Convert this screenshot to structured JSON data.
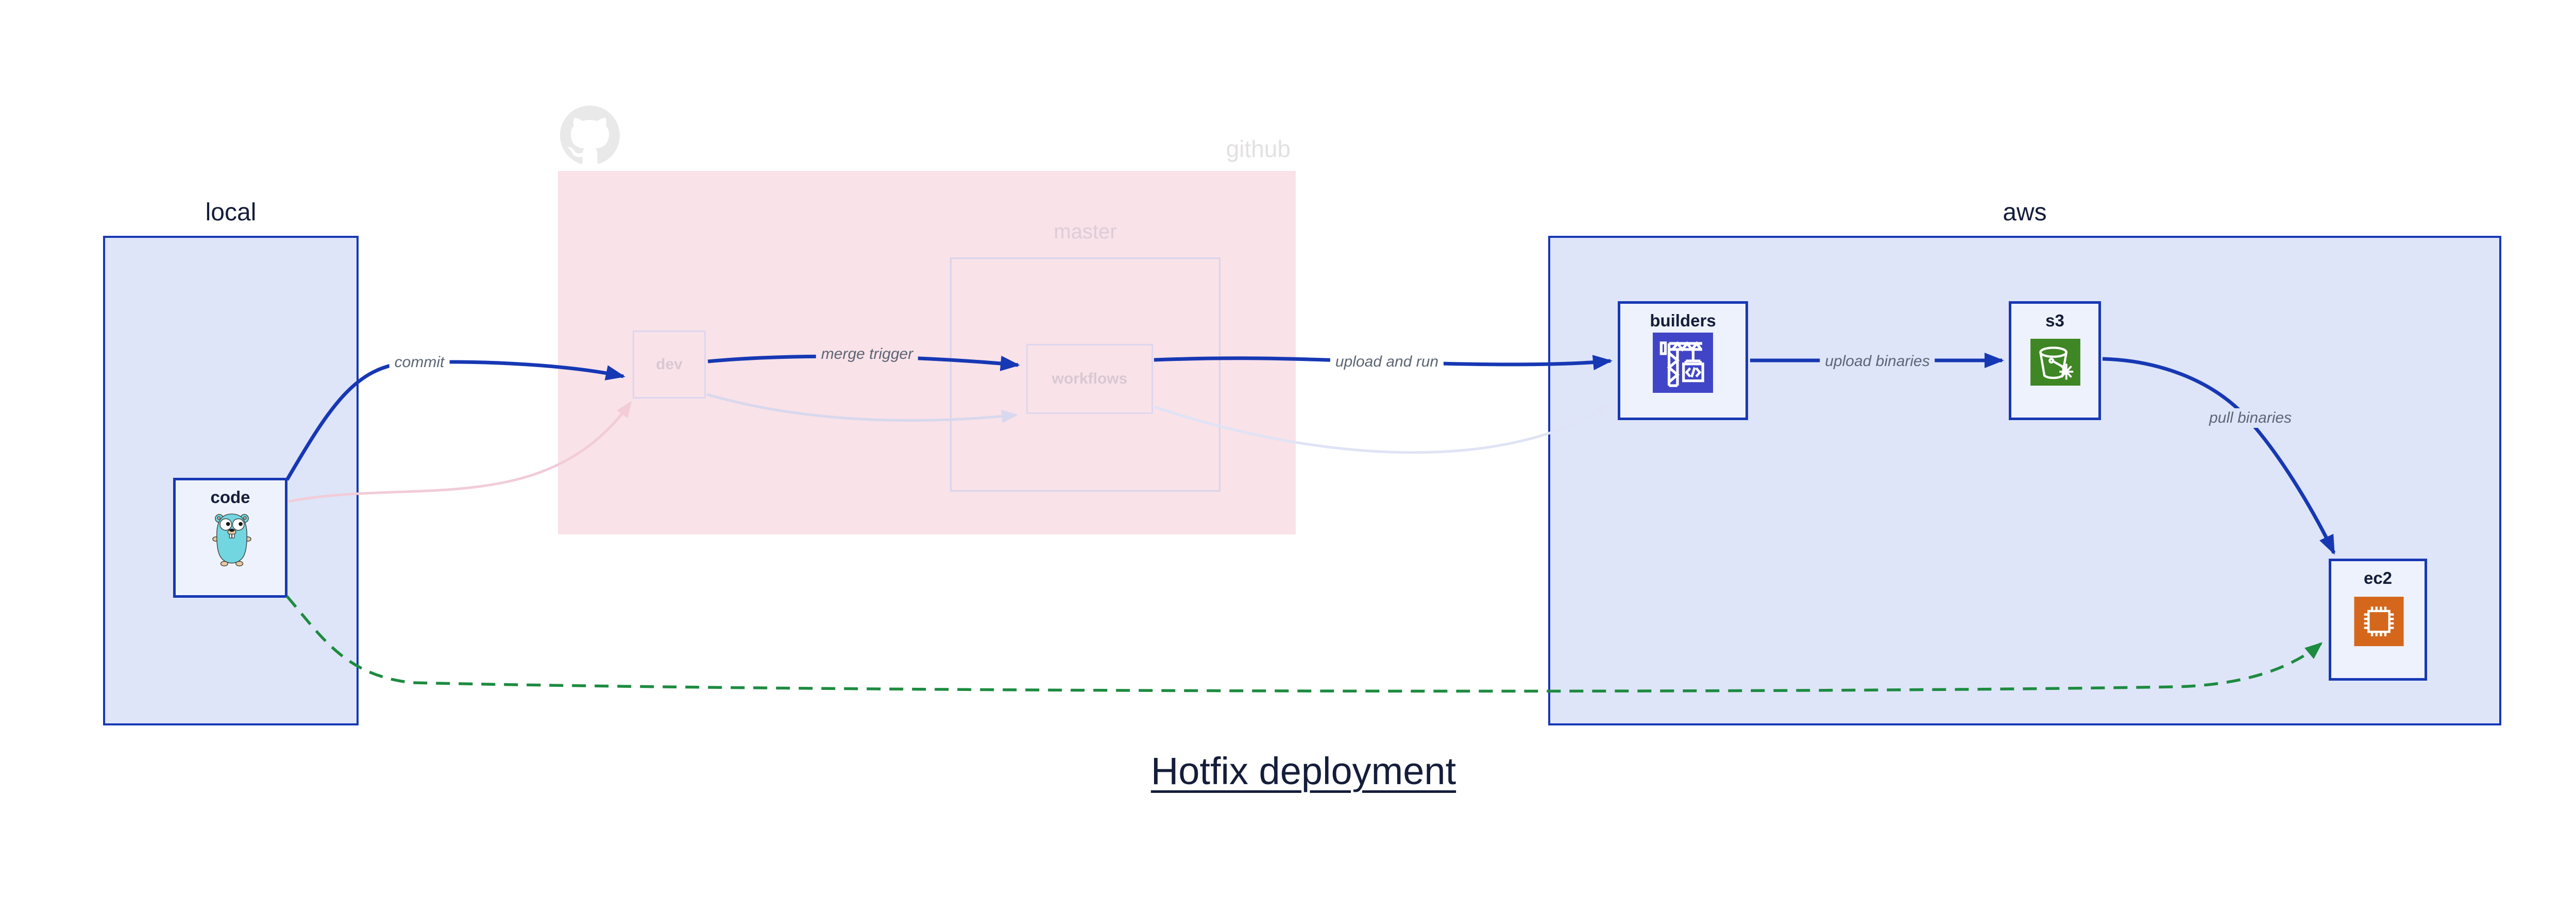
{
  "diagram": {
    "title": "Hotfix deployment",
    "zones": {
      "local": {
        "label": "local"
      },
      "github": {
        "label": "github",
        "branch_label": "master"
      },
      "aws": {
        "label": "aws"
      }
    },
    "nodes": {
      "code": {
        "label": "code",
        "icon": "go-gopher-icon"
      },
      "dev": {
        "label": "dev"
      },
      "workflows": {
        "label": "workflows"
      },
      "builders": {
        "label": "builders",
        "icon": "codebuild-crane-icon"
      },
      "s3": {
        "label": "s3",
        "icon": "s3-bucket-snowflake-icon"
      },
      "ec2": {
        "label": "ec2",
        "icon": "ec2-chip-icon"
      }
    },
    "edges": {
      "commit": {
        "label": "commit",
        "style": "solid-blue"
      },
      "merge_trigger": {
        "label": "merge trigger",
        "style": "solid-blue"
      },
      "upload_and_run": {
        "label": "upload and run",
        "style": "solid-blue"
      },
      "upload_binaries": {
        "label": "upload binaries",
        "style": "solid-blue"
      },
      "pull_binaries": {
        "label": "pull binaries",
        "style": "solid-blue"
      },
      "hotfix_shortcut": {
        "label": "",
        "style": "dashed-green"
      },
      "code_to_dev_faded": {
        "label": "",
        "style": "faded-pink"
      },
      "dev_to_workflows_faded": {
        "label": "",
        "style": "faded-lavender"
      },
      "workflows_to_builders_faded": {
        "label": "",
        "style": "faded-lavender"
      }
    },
    "colors": {
      "edge_blue": "#1738b4",
      "zone_fill": "#dee5f8",
      "node_fill": "#eef2fc",
      "github_pink_fill": "#f9e2e8",
      "faded_border": "#d9d4ec",
      "faded_text": "#d6c7d2",
      "github_gray": "#e4e4e4",
      "edge_label_gray": "#5c6575",
      "navy_text": "#141d39",
      "hotfix_green": "#1d8b40",
      "builders_purple": "#4045c7",
      "s3_green": "#3f8624",
      "ec2_orange": "#d4671c",
      "gopher_teal": "#72d6e0"
    }
  }
}
